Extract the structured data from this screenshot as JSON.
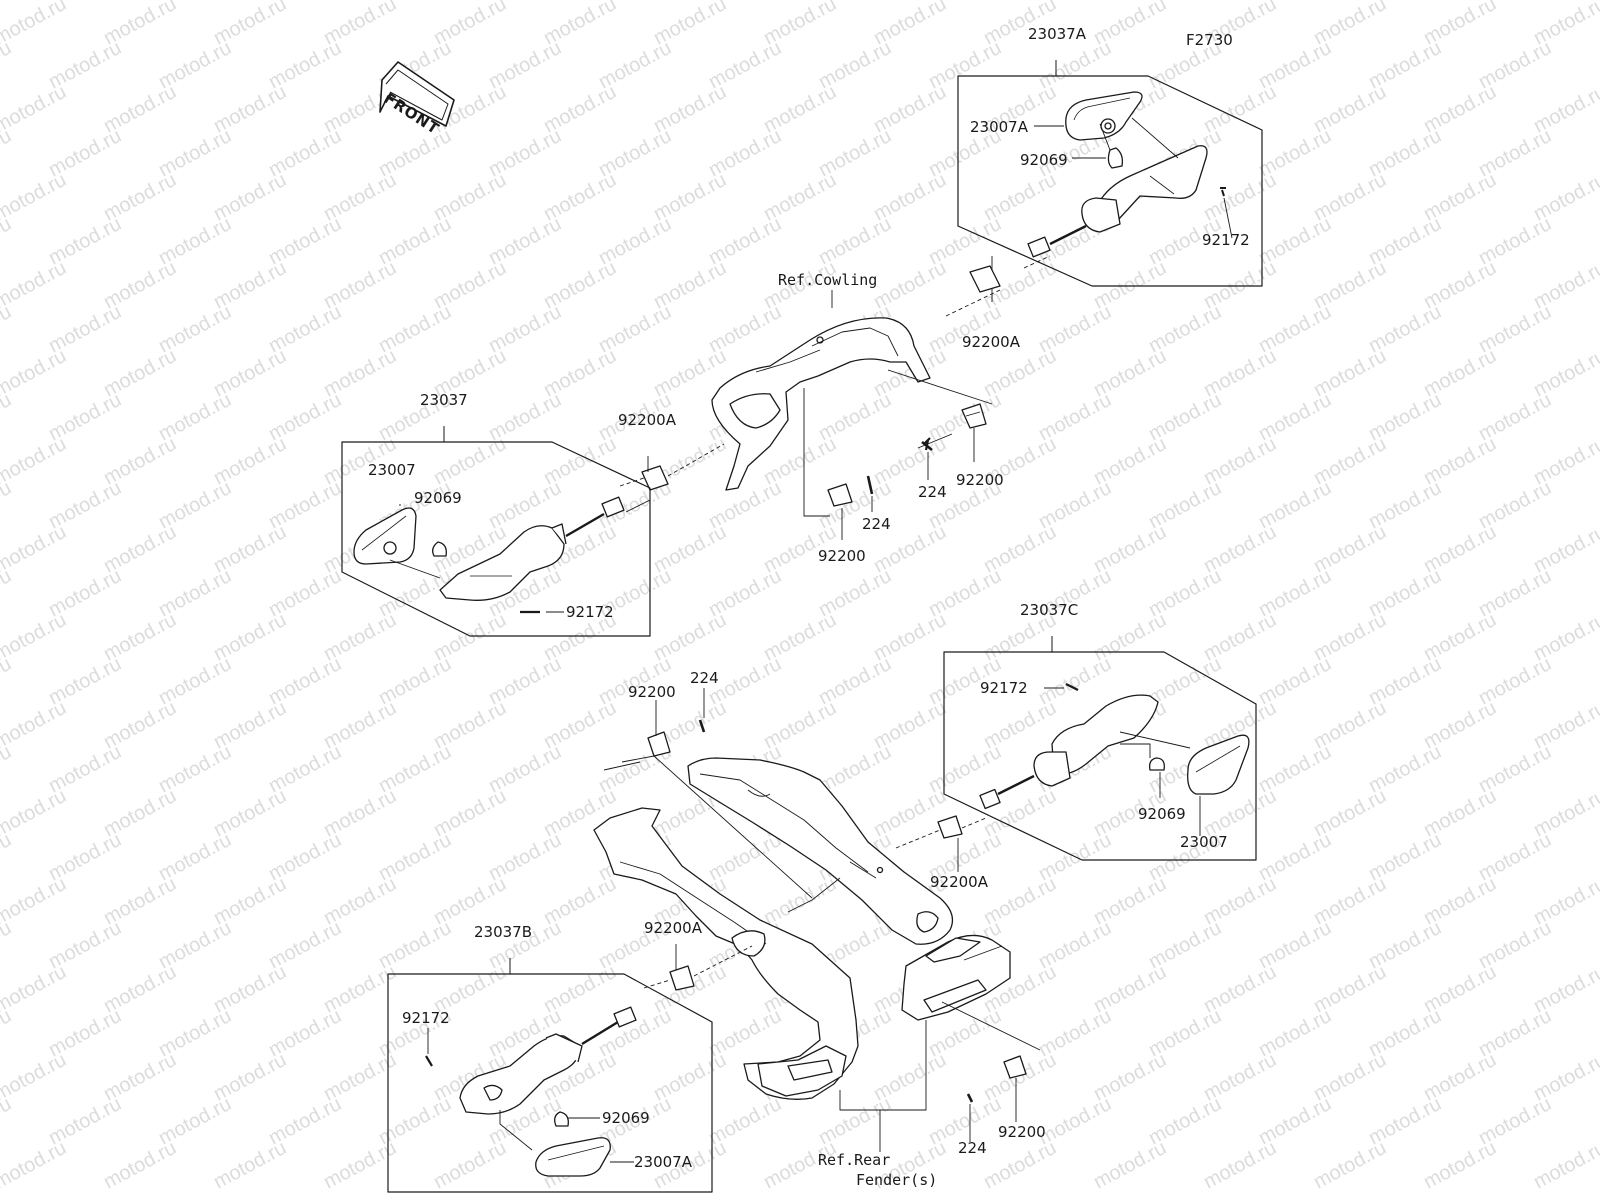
{
  "watermark": "motod.ru",
  "figure_code": "F2730",
  "front_badge": "FRONT",
  "groups": {
    "front_right": {
      "assy": "23037A",
      "lens": "23007A",
      "bulb": "92069",
      "screw": "92172"
    },
    "front_left": {
      "assy": "23037",
      "lens": "23007",
      "bulb": "92069",
      "screw": "92172"
    },
    "rear_right": {
      "assy": "23037C",
      "lens": "23007",
      "bulb": "92069",
      "screw": "92172"
    },
    "rear_left": {
      "assy": "23037B",
      "lens": "23007A",
      "bulb": "92069",
      "screw": "92172"
    }
  },
  "parts": {
    "p92200A_1": "92200A",
    "p92200A_2": "92200A",
    "p92200A_3": "92200A",
    "p92200A_4": "92200A",
    "p92200_1": "92200",
    "p92200_2": "92200",
    "p92200_3": "92200",
    "p92200_4": "92200",
    "p224_1": "224",
    "p224_2": "224",
    "p224_3": "224",
    "p224_4": "224"
  },
  "refs": {
    "cowling": "Ref.Cowling",
    "rear_fender_1": "Ref.Rear",
    "rear_fender_2": "Fender(s)"
  }
}
